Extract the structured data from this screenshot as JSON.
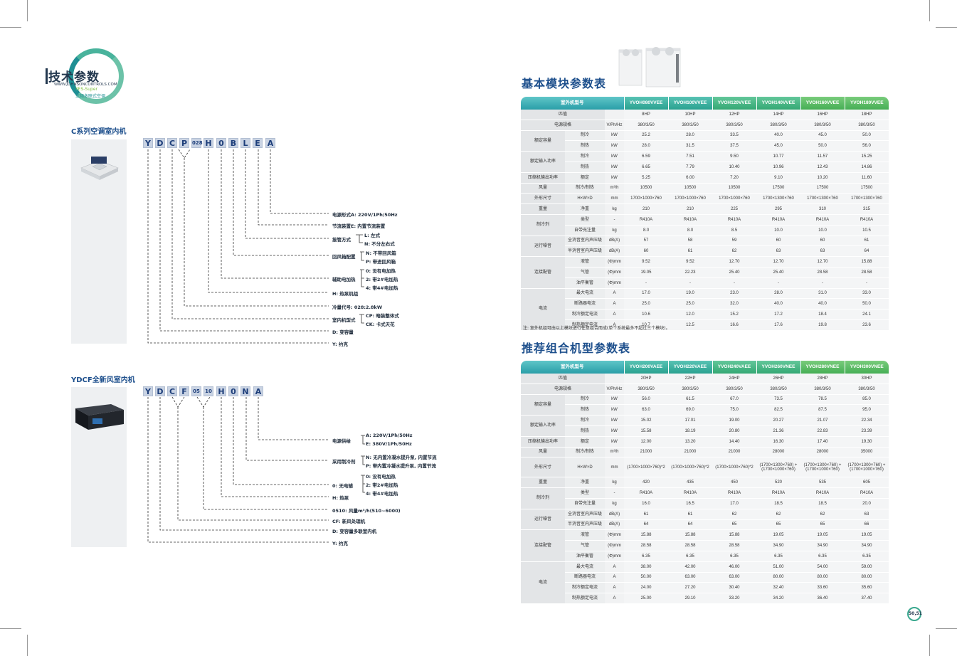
{
  "header": {
    "title": "技术参数",
    "url": "WWW.JOHNSONCONTROLS.COM",
    "sub1": "YES-Super",
    "sub2": "变频多联式空调"
  },
  "left": {
    "c_series": {
      "title": "C系列空调室内机",
      "code": [
        "Y",
        "D",
        "C",
        "P",
        "028",
        "H",
        "0",
        "B",
        "L",
        "E",
        "A"
      ],
      "labels": [
        "电源形式A: 220V/1Ph/50Hz",
        "节流装置E: 内置节流装置",
        "接管方式",
        "L: 左式",
        "N: 不分左右式",
        "回风箱配置",
        "N: 不带回风箱",
        "P: 带进回风箱",
        "辅助电加热",
        "0: 没有电加热",
        "2: 带2#电加热",
        "4: 带4#电加热",
        "H: 热泵机组",
        "冷量代号: 028:2.8kW",
        "室内机型式",
        "CP: 暗装整体式",
        "CK: 卡式天花",
        "D: 变容量",
        "Y: 约克"
      ]
    },
    "ydcf": {
      "title": "YDCF全新风室内机",
      "code": [
        "Y",
        "D",
        "C",
        "F",
        "05",
        "10",
        "H",
        "0",
        "N",
        "A"
      ],
      "labels": [
        "电源供给",
        "A: 220V/1Ph/50Hz",
        "E: 380V/1Ph/50Hz",
        "采用制冷剂",
        "N: 无内置冷凝水提升泵, 内置节流",
        "P: 带内置冷凝水提升泵, 内置节流",
        "0: 无电辅",
        "0: 没有电加热",
        "2: 带2#电加热",
        "4: 带4#电加热",
        "H: 热泵",
        "0510: 风量m³/h(510~6000)",
        "CF: 新风处理机",
        "D: 变容量多联室内机",
        "Y: 约克"
      ]
    }
  },
  "right": {
    "table1": {
      "title": "基本模块参数表",
      "header": [
        "室外机型号",
        "YVOH080VVEE",
        "YVOH100VVEE",
        "YVOH120VVEE",
        "YVOH140VVEE",
        "YVOH160VVEE",
        "YVOH180VVEE"
      ],
      "rows": [
        [
          "匹值",
          "",
          "",
          "8HP",
          "10HP",
          "12HP",
          "14HP",
          "16HP",
          "18HP"
        ],
        [
          "电源规格",
          "",
          "V/Ph/Hz",
          "380/3/50",
          "380/3/50",
          "380/3/50",
          "380/3/50",
          "380/3/50",
          "380/3/50"
        ],
        [
          "额定容量",
          "制冷",
          "kW",
          "25.2",
          "28.0",
          "33.5",
          "40.0",
          "45.0",
          "50.0"
        ],
        [
          "",
          "制热",
          "kW",
          "28.0",
          "31.5",
          "37.5",
          "45.0",
          "50.0",
          "56.0"
        ],
        [
          "额定输入功率",
          "制冷",
          "kW",
          "6.59",
          "7.51",
          "9.50",
          "10.77",
          "11.57",
          "15.25"
        ],
        [
          "",
          "制热",
          "kW",
          "6.65",
          "7.79",
          "10.40",
          "10.96",
          "12.43",
          "14.86"
        ],
        [
          "压缩机输出功率",
          "额定",
          "kW",
          "5.25",
          "6.00",
          "7.20",
          "9.10",
          "10.20",
          "11.60"
        ],
        [
          "风量",
          "制冷/制热",
          "m³/h",
          "10500",
          "10500",
          "10500",
          "17500",
          "17500",
          "17500"
        ],
        [
          "外形尺寸",
          "H×W×D",
          "mm",
          "1700×1000×760",
          "1700×1000×760",
          "1700×1000×760",
          "1700×1300×760",
          "1700×1300×760",
          "1700×1300×760"
        ],
        [
          "重量",
          "净重",
          "kg",
          "210",
          "210",
          "225",
          "295",
          "310",
          "315"
        ],
        [
          "制冷剂",
          "类型",
          "-",
          "R410A",
          "R410A",
          "R410A",
          "R410A",
          "R410A",
          "R410A"
        ],
        [
          "",
          "自带充注量",
          "kg",
          "8.0",
          "8.0",
          "8.5",
          "10.0",
          "10.0",
          "10.5"
        ],
        [
          "运行噪音",
          "全消音室内声压级",
          "dB(A)",
          "57",
          "58",
          "59",
          "60",
          "60",
          "61"
        ],
        [
          "",
          "半消音室内声压级",
          "dB(A)",
          "60",
          "61",
          "62",
          "63",
          "63",
          "64"
        ],
        [
          "连接配管",
          "液管",
          "(Φ)mm",
          "9.52",
          "9.52",
          "12.70",
          "12.70",
          "12.70",
          "15.88"
        ],
        [
          "",
          "气管",
          "(Φ)mm",
          "19.05",
          "22.23",
          "25.40",
          "25.40",
          "28.58",
          "28.58"
        ],
        [
          "",
          "油平衡管",
          "(Φ)mm",
          "-",
          "-",
          "-",
          "-",
          "-",
          "-"
        ],
        [
          "电流",
          "最大电流",
          "A",
          "17.0",
          "19.0",
          "23.0",
          "28.0",
          "31.0",
          "33.0"
        ],
        [
          "",
          "断路器电流",
          "A",
          "25.0",
          "25.0",
          "32.0",
          "40.0",
          "40.0",
          "50.0"
        ],
        [
          "",
          "制冷额定电流",
          "A",
          "10.6",
          "12.0",
          "15.2",
          "17.2",
          "18.4",
          "24.1"
        ],
        [
          "",
          "制热额定电流",
          "A",
          "10.7",
          "12.5",
          "16.6",
          "17.6",
          "19.8",
          "23.6"
        ]
      ],
      "note": "注: 室外机组可由以上模块进行任意组合而成(单个系统最多不超过三个模块)。"
    },
    "table2": {
      "title": "推荐组合机型参数表",
      "header": [
        "室外机型号",
        "YVOH200VAEE",
        "YVOH220VAEE",
        "YVOH240VAEE",
        "YVOH260VNEE",
        "YVOH280VNEE",
        "YVOH300VNEE"
      ],
      "rows": [
        [
          "匹值",
          "",
          "",
          "20HP",
          "22HP",
          "24HP",
          "26HP",
          "28HP",
          "30HP"
        ],
        [
          "电源规格",
          "",
          "V/Ph/Hz",
          "380/3/50",
          "380/3/50",
          "380/3/50",
          "380/3/50",
          "380/3/50",
          "380/3/50"
        ],
        [
          "额定容量",
          "制冷",
          "kW",
          "56.0",
          "61.5",
          "67.0",
          "73.5",
          "78.5",
          "85.0"
        ],
        [
          "",
          "制热",
          "kW",
          "63.0",
          "69.0",
          "75.0",
          "82.5",
          "87.5",
          "95.0"
        ],
        [
          "额定输入功率",
          "制冷",
          "kW",
          "15.02",
          "17.01",
          "19.00",
          "20.27",
          "21.07",
          "22.34"
        ],
        [
          "",
          "制热",
          "kW",
          "15.58",
          "18.19",
          "20.80",
          "21.36",
          "22.83",
          "23.39"
        ],
        [
          "压缩机输出功率",
          "额定",
          "kW",
          "12.00",
          "13.20",
          "14.40",
          "16.30",
          "17.40",
          "19.30"
        ],
        [
          "风量",
          "制冷/制热",
          "m³/h",
          "21000",
          "21000",
          "21000",
          "28000",
          "28000",
          "35000"
        ],
        [
          "外形尺寸",
          "H×W×D",
          "mm",
          "(1700×1000×760)*2",
          "(1700×1000×760)*2",
          "(1700×1000×760)*2",
          "(1700×1300×760) + (1700×1000×760)",
          "(1700×1300×760) + (1700×1000×760)",
          "(1700×1300×760) + (1700×1000×760)"
        ],
        [
          "重量",
          "净重",
          "kg",
          "420",
          "435",
          "450",
          "520",
          "535",
          "605"
        ],
        [
          "制冷剂",
          "类型",
          "-",
          "R410A",
          "R410A",
          "R410A",
          "R410A",
          "R410A",
          "R410A"
        ],
        [
          "",
          "自带充注量",
          "kg",
          "16.0",
          "16.5",
          "17.0",
          "18.5",
          "18.5",
          "20.0"
        ],
        [
          "运行噪音",
          "全消音室内声压级",
          "dB(A)",
          "61",
          "61",
          "62",
          "62",
          "62",
          "63"
        ],
        [
          "",
          "半消音室内声压级",
          "dB(A)",
          "64",
          "64",
          "65",
          "65",
          "65",
          "66"
        ],
        [
          "连接配管",
          "液管",
          "(Φ)mm",
          "15.88",
          "15.88",
          "15.88",
          "19.05",
          "19.05",
          "19.05"
        ],
        [
          "",
          "气管",
          "(Φ)mm",
          "28.58",
          "28.58",
          "28.58",
          "34.90",
          "34.90",
          "34.90"
        ],
        [
          "",
          "油平衡管",
          "(Φ)mm",
          "6.35",
          "6.35",
          "6.35",
          "6.35",
          "6.35",
          "6.35"
        ],
        [
          "电流",
          "最大电流",
          "A",
          "38.00",
          "42.00",
          "46.00",
          "51.00",
          "54.00",
          "59.00"
        ],
        [
          "",
          "断路器电流",
          "A",
          "50.00",
          "63.00",
          "63.00",
          "80.00",
          "80.00",
          "80.00"
        ],
        [
          "",
          "制冷额定电流",
          "A",
          "24.00",
          "27.20",
          "30.40",
          "32.40",
          "33.60",
          "35.60"
        ],
        [
          "",
          "制热额定电流",
          "A",
          "25.00",
          "29.10",
          "33.20",
          "34.20",
          "36.40",
          "37.40"
        ]
      ]
    }
  },
  "page_number": "50,51"
}
